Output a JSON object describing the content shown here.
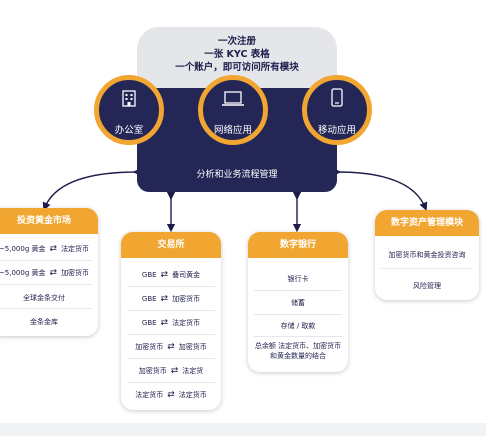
{
  "header": {
    "line1": "一次注册",
    "line2": "一张 KYC 表格",
    "line3": "一个账户，即可访问所有模块"
  },
  "channels": [
    {
      "label": "办公室",
      "icon": "office-building-icon"
    },
    {
      "label": "网络应用",
      "icon": "laptop-icon"
    },
    {
      "label": "移动应用",
      "icon": "mobile-phone-icon"
    }
  ],
  "core": {
    "label": "分析和业务流程管理"
  },
  "modules": {
    "investment": {
      "title": "投资黄金市场",
      "rows": [
        {
          "left": "~5,000g 黄金",
          "arrow": "⇄",
          "right": "法定货币"
        },
        {
          "left": "~5,000g 黄金",
          "arrow": "⇄",
          "right": "加密货币"
        },
        {
          "left": "全球金条交付",
          "arrow": "",
          "right": ""
        },
        {
          "left": "金条金库",
          "arrow": "",
          "right": ""
        }
      ]
    },
    "exchange": {
      "title": "交易所",
      "rows": [
        {
          "left": "GBE",
          "arrow": "⇄",
          "right": "叠司黄金"
        },
        {
          "left": "GBE",
          "arrow": "⇄",
          "right": "加密货币"
        },
        {
          "left": "GBE",
          "arrow": "⇄",
          "right": "法定货币"
        },
        {
          "left": "加密货币",
          "arrow": "⇄",
          "right": "加密货币"
        },
        {
          "left": "加密货币",
          "arrow": "⇄",
          "right": "法定货"
        },
        {
          "left": "法定货币",
          "arrow": "⇄",
          "right": "法定货币"
        }
      ]
    },
    "bank": {
      "title": "数字银行",
      "rows": [
        {
          "text": "银行卡"
        },
        {
          "text": "储蓄"
        },
        {
          "text": "存储 / 取款"
        },
        {
          "text": "总余额 法定货币、加密货币和黄金数量的结合"
        }
      ]
    },
    "asset": {
      "title": "数字资产管理模块",
      "rows": [
        {
          "text": "加密货币和黄金投资咨询"
        },
        {
          "text": "风险管理"
        }
      ]
    }
  },
  "colors": {
    "navy": "#242656",
    "orange": "#f0a631",
    "grey": "#e4e6ea"
  }
}
